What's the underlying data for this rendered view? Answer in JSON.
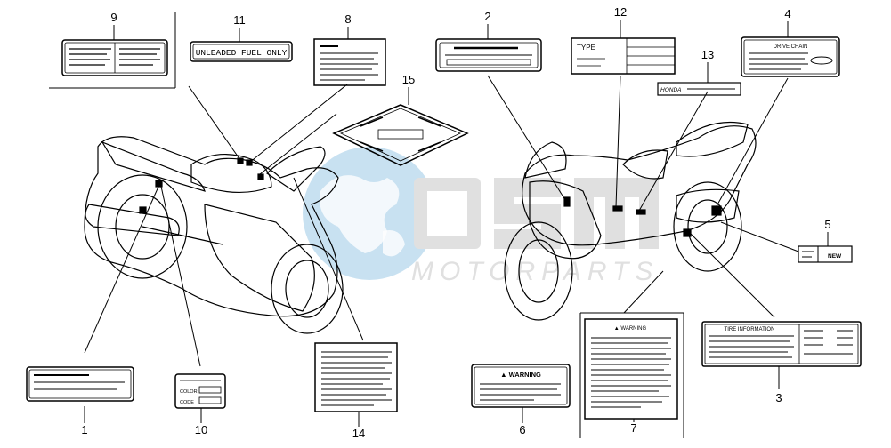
{
  "watermark": {
    "brand": "osm",
    "subtitle": "MOTORPARTS",
    "colors": {
      "globe": "#9cc9e6",
      "text": "#d6d6d6"
    }
  },
  "callouts": [
    "1",
    "2",
    "3",
    "4",
    "5",
    "6",
    "7",
    "8",
    "9",
    "10",
    "11",
    "12",
    "13",
    "14",
    "15"
  ],
  "labels": {
    "fuel": "UNLEADED FUEL ONLY",
    "drive_chain": "DRIVE CHAIN",
    "type": "TYPE",
    "honda": "HONDA",
    "new": "NEW",
    "warning_small": "▲ WARNING",
    "warning_large": "▲ WARNING",
    "tire_info": "TIRE INFORMATION",
    "color": "COLOR",
    "code": "CODE"
  },
  "colors": {
    "line": "#000000",
    "background": "#ffffff"
  }
}
